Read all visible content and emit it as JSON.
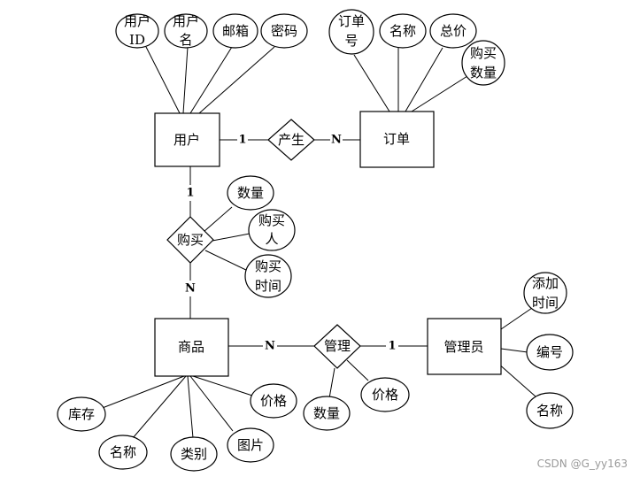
{
  "diagram": {
    "entities": [
      {
        "id": "user",
        "label": "用户"
      },
      {
        "id": "order",
        "label": "订单"
      },
      {
        "id": "product",
        "label": "商品"
      },
      {
        "id": "admin",
        "label": "管理员"
      }
    ],
    "relationships": [
      {
        "id": "create",
        "label": "产生"
      },
      {
        "id": "buy",
        "label": "购买"
      },
      {
        "id": "manage",
        "label": "管理"
      }
    ],
    "attributes": [
      {
        "id": "user-id",
        "owner": "user",
        "lines": [
          "用户",
          "ID"
        ]
      },
      {
        "id": "user-name",
        "owner": "user",
        "lines": [
          "用户",
          "名"
        ]
      },
      {
        "id": "user-email",
        "owner": "user",
        "lines": [
          "邮箱"
        ]
      },
      {
        "id": "user-password",
        "owner": "user",
        "lines": [
          "密码"
        ]
      },
      {
        "id": "order-no",
        "owner": "order",
        "lines": [
          "订单",
          "号"
        ]
      },
      {
        "id": "order-name",
        "owner": "order",
        "lines": [
          "名称"
        ]
      },
      {
        "id": "order-total",
        "owner": "order",
        "lines": [
          "总价"
        ]
      },
      {
        "id": "order-qty",
        "owner": "order",
        "lines": [
          "购买",
          "数量"
        ]
      },
      {
        "id": "buy-qty",
        "owner": "buy",
        "lines": [
          "数量"
        ]
      },
      {
        "id": "buy-buyer",
        "owner": "buy",
        "lines": [
          "购买",
          "人"
        ]
      },
      {
        "id": "buy-time",
        "owner": "buy",
        "lines": [
          "购买",
          "时间"
        ]
      },
      {
        "id": "product-stock",
        "owner": "product",
        "lines": [
          "库存"
        ]
      },
      {
        "id": "product-name",
        "owner": "product",
        "lines": [
          "名称"
        ]
      },
      {
        "id": "product-category",
        "owner": "product",
        "lines": [
          "类别"
        ]
      },
      {
        "id": "product-image",
        "owner": "product",
        "lines": [
          "图片"
        ]
      },
      {
        "id": "product-price",
        "owner": "product",
        "lines": [
          "价格"
        ]
      },
      {
        "id": "manage-qty",
        "owner": "manage",
        "lines": [
          "数量"
        ]
      },
      {
        "id": "manage-price",
        "owner": "manage",
        "lines": [
          "价格"
        ]
      },
      {
        "id": "admin-time",
        "owner": "admin",
        "lines": [
          "添加",
          "时间"
        ]
      },
      {
        "id": "admin-id",
        "owner": "admin",
        "lines": [
          "编号"
        ]
      },
      {
        "id": "admin-name",
        "owner": "admin",
        "lines": [
          "名称"
        ]
      }
    ],
    "cardinalities": [
      {
        "id": "user-create",
        "label": "1"
      },
      {
        "id": "create-order",
        "label": "N"
      },
      {
        "id": "user-buy",
        "label": "1"
      },
      {
        "id": "buy-product",
        "label": "N"
      },
      {
        "id": "product-manage",
        "label": "N"
      },
      {
        "id": "manage-admin",
        "label": "1"
      }
    ]
  },
  "watermark": "CSDN @G_yy163"
}
